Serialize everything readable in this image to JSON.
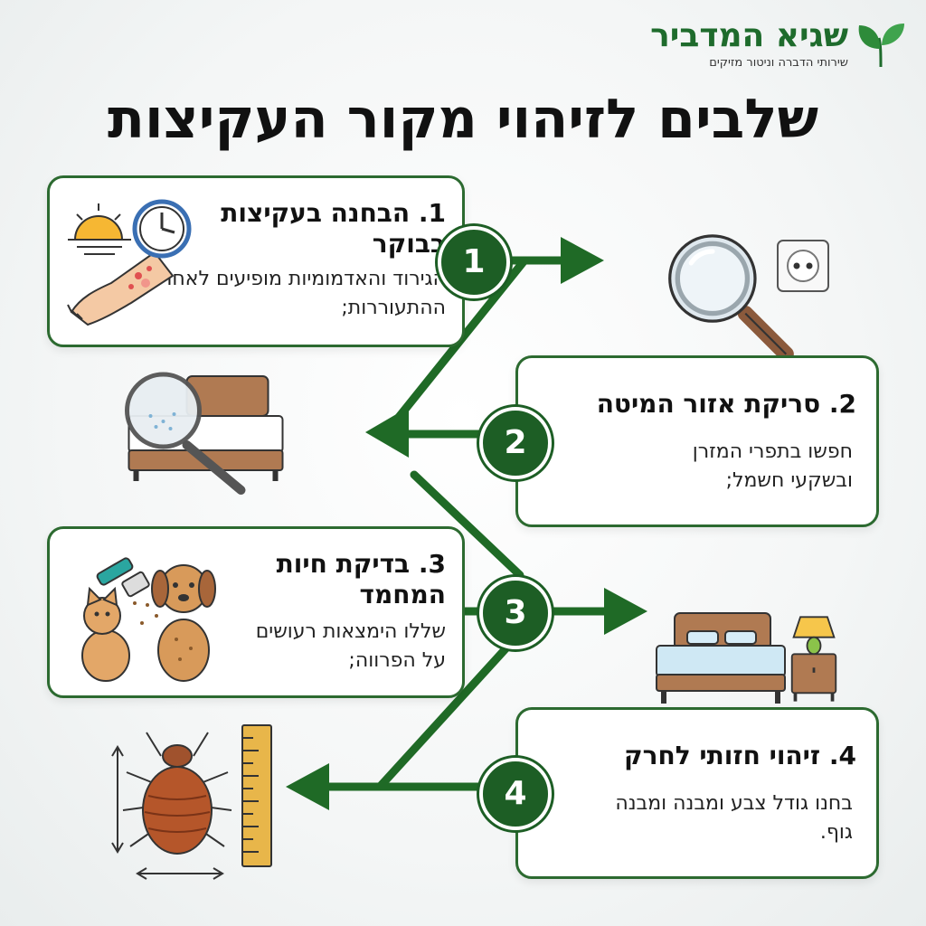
{
  "logo": {
    "name": "שגיא המדביר",
    "tagline": "שירותי הדברה וניטור מזיקים"
  },
  "title": "שלבים לזיהוי מקור העקיצות",
  "colors": {
    "primary_green": "#1d5e25",
    "card_border": "#2c6a30",
    "arrow_green": "#1f6a26"
  },
  "steps": [
    {
      "number": "1",
      "title": "1. הבחנה בעקיצות בבוקר",
      "desc": "הגירוד והאדמומיות מופיעים לאחר ההתעוררות;"
    },
    {
      "number": "2",
      "title": "2. סריקת אזור המיטה",
      "desc": "חפשו בתפרי המזרן ובשקעי חשמל;"
    },
    {
      "number": "3",
      "title": "3. בדיקת חיות המחמד",
      "desc": "שללו הימצאות רעושים על הפרווה;"
    },
    {
      "number": "4",
      "title": "4. זיהוי חזותי לחרק",
      "desc": "בחנו גודל צבע ומבנה ומבנה גוף."
    }
  ],
  "icons": [
    "sun-icon",
    "clock-icon",
    "arm-icon",
    "magnifier-icon",
    "power-outlet-icon",
    "mattress-magnifier-icon",
    "cat-icon",
    "dog-icon",
    "pet-brush-icon",
    "bed-icon",
    "lamp-icon",
    "bedbug-icon",
    "ruler-icon"
  ]
}
